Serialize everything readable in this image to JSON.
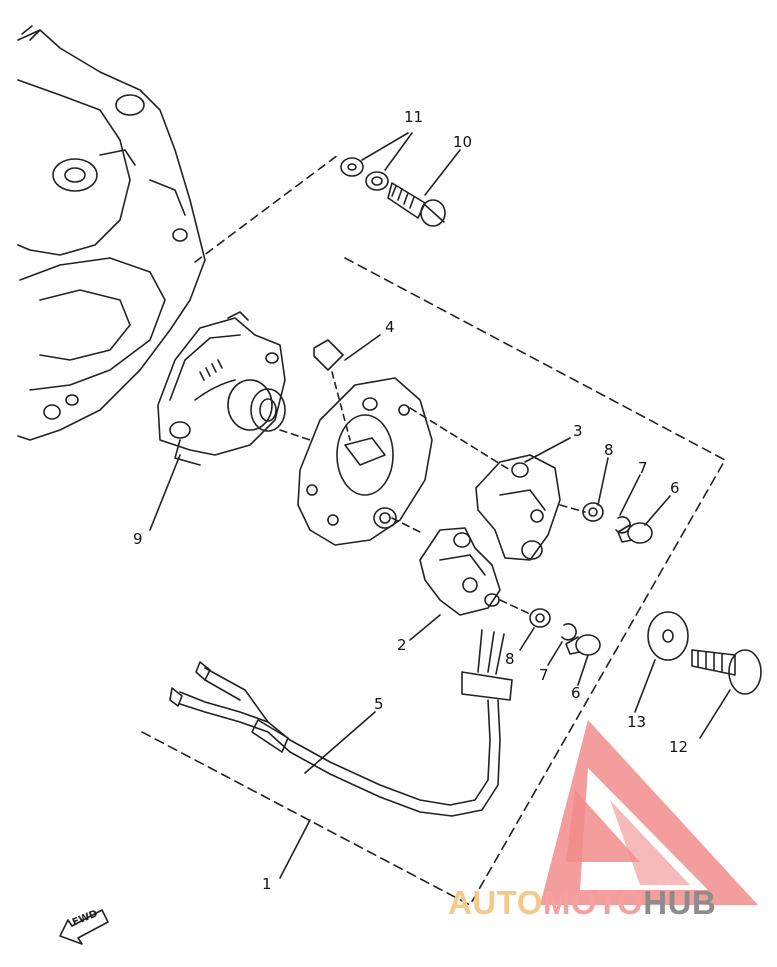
{
  "callouts": {
    "c1": "1",
    "c2": "2",
    "c3": "3",
    "c4": "4",
    "c5": "5",
    "c6a": "6",
    "c6b": "6",
    "c7a": "7",
    "c7b": "7",
    "c8a": "8",
    "c8b": "8",
    "c9": "9",
    "c10": "10",
    "c11": "11",
    "c12": "12",
    "c13": "13"
  },
  "fwd_marker": "FWD",
  "watermark": {
    "part1": "AUTO",
    "part2": "MOTO",
    "part3": "HUB",
    "logo_color": "#f28c8c"
  }
}
